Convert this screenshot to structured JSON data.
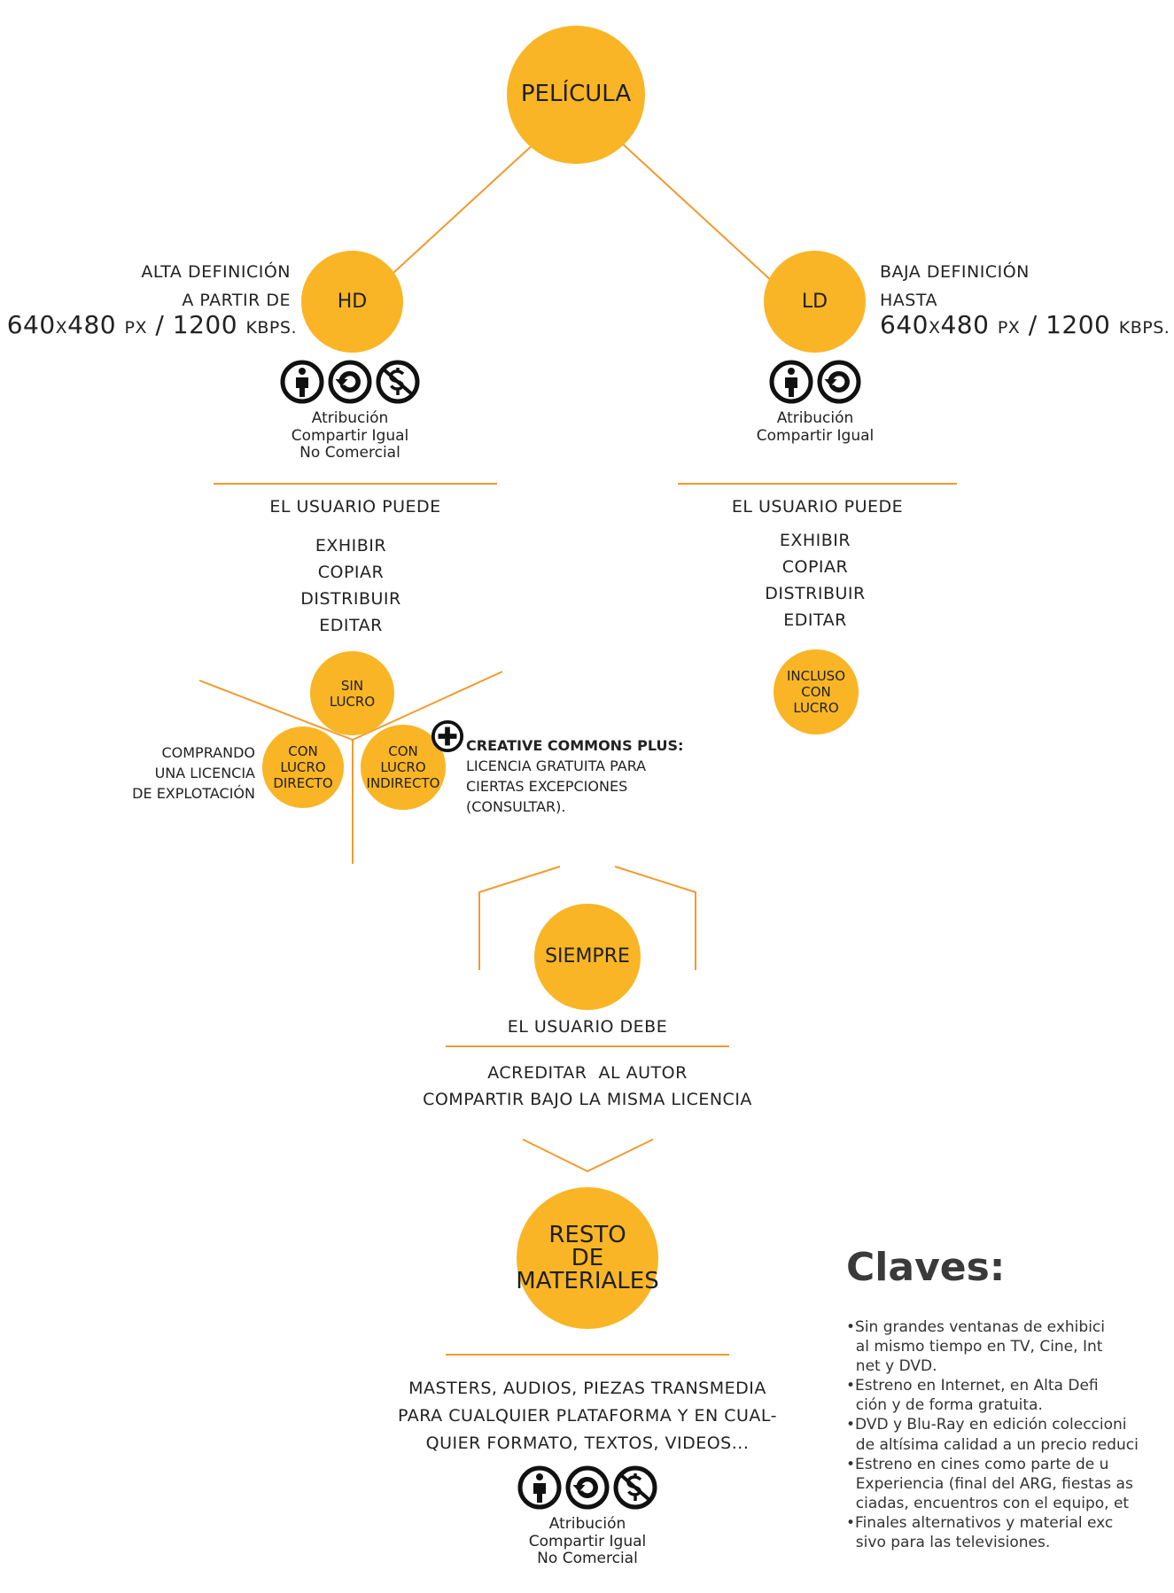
{
  "colors": {
    "accent": "#f9b525",
    "line": "#f29a2e",
    "text": "#222222"
  },
  "root": {
    "label": "PELÍCULA"
  },
  "hd": {
    "circle": "HD",
    "title": "ALTA DEFINICIÓN",
    "subtitle": "A PARTIR DE",
    "spec_num": "640",
    "spec_x": "X",
    "spec_num2": "480",
    "spec_px": "PX",
    "spec_sep": "/",
    "spec_kbps_num": "1200",
    "spec_kbps": "KBPS.",
    "license_lines": [
      "Atribución",
      "Compartir Igual",
      "No Comercial"
    ],
    "heading": "EL USUARIO PUEDE",
    "actions": [
      "EXHIBIR",
      "COPIAR",
      "DISTRIBUIR",
      "EDITAR"
    ],
    "sin_lucro": "SIN\nLUCRO",
    "con_lucro_directo": "CON\nLUCRO\nDIRECTO",
    "con_lucro_indirecto": "CON\nLUCRO\nINDIRECTO",
    "comprando": [
      "COMPRANDO",
      "UNA LICENCIA",
      "DE EXPLOTACIÓN"
    ],
    "cc_plus_title": "CREATIVE COMMONS PLUS:",
    "cc_plus_lines": [
      "LICENCIA GRATUITA PARA",
      "CIERTAS EXCEPCIONES",
      "(CONSULTAR)."
    ]
  },
  "ld": {
    "circle": "LD",
    "title": "BAJA DEFINICIÓN",
    "subtitle": "HASTA",
    "spec_num": "640",
    "spec_x": "X",
    "spec_num2": "480",
    "spec_px": "PX",
    "spec_sep": "/",
    "spec_kbps_num": "1200",
    "spec_kbps": "KBPS.",
    "license_lines": [
      "Atribución",
      "Compartir Igual"
    ],
    "heading": "EL USUARIO PUEDE",
    "actions": [
      "EXHIBIR",
      "COPIAR",
      "DISTRIBUIR",
      "EDITAR"
    ],
    "incluso": "INCLUSO\nCON\nLUCRO"
  },
  "siempre": {
    "circle": "SIEMPRE",
    "heading": "EL USUARIO DEBE",
    "lines": [
      "ACREDITAR  AL AUTOR",
      "COMPARTIR BAJO LA MISMA LICENCIA"
    ]
  },
  "resto": {
    "circle": "RESTO\nDE\nMATERIALES",
    "lines": [
      "MASTERS, AUDIOS, PIEZAS TRANSMEDIA",
      "PARA CUALQUIER PLATAFORMA Y EN CUAL-",
      "QUIER FORMATO, TEXTOS, VIDEOS..."
    ],
    "license_lines": [
      "Atribución",
      "Compartir Igual",
      "No Comercial"
    ]
  },
  "claves": {
    "title": "Claves:",
    "items": [
      "•Sin grandes ventanas de exhibici",
      "  al mismo tiempo en TV, Cine, Int",
      "  net y DVD.",
      "•Estreno en Internet, en Alta Defi",
      "  ción y de forma gratuita.",
      "•DVD y Blu-Ray en edición coleccioni",
      "  de altísima calidad a un precio reduci",
      "•Estreno en cines como parte de u",
      "  Experiencia (final del ARG, fiestas as",
      "  ciadas, encuentros con el equipo, et",
      "•Finales alternativos y material exc",
      "  sivo para las televisiones."
    ]
  },
  "icons": {
    "attribution": "cc-attribution-icon",
    "sharealike": "cc-sharealike-icon",
    "noncommercial": "cc-noncommercial-icon",
    "plus": "plus-icon"
  }
}
